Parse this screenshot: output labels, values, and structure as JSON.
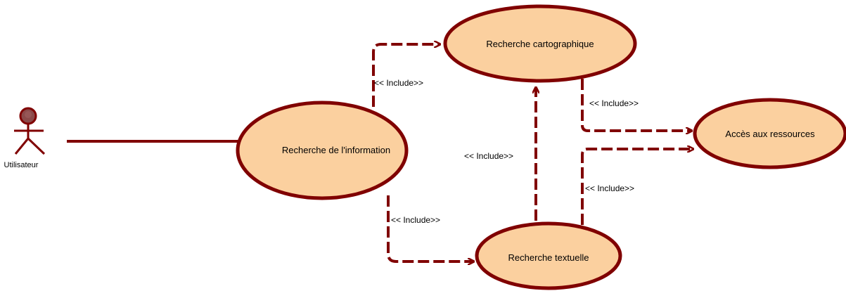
{
  "colors": {
    "stroke": "#800000",
    "use_case_fill": "#fbd09f",
    "actor_head_fill": "#8b4a4a",
    "text": "#000000"
  },
  "actor": {
    "name": "Utilisateur",
    "icon": "stick-figure-icon"
  },
  "use_cases": {
    "recherche_information": "Recherche de l'information",
    "recherche_cartographique": "Recherche cartographique",
    "recherche_textuelle": "Recherche textuelle",
    "acces_ressources": "Accès aux ressources"
  },
  "relations": [
    {
      "from": "Recherche de l'information",
      "to": "Recherche cartographique",
      "label": "<< Include>>"
    },
    {
      "from": "Recherche de l'information",
      "to": "Recherche textuelle",
      "label": "<< Include>>"
    },
    {
      "from": "Recherche textuelle",
      "to": "Recherche cartographique",
      "label": "<< Include>>"
    },
    {
      "from": "Recherche cartographique",
      "to": "Accès aux ressources",
      "label": "<< Include>>"
    },
    {
      "from": "Recherche textuelle",
      "to": "Accès aux ressources",
      "label": "<< Include>>"
    }
  ]
}
